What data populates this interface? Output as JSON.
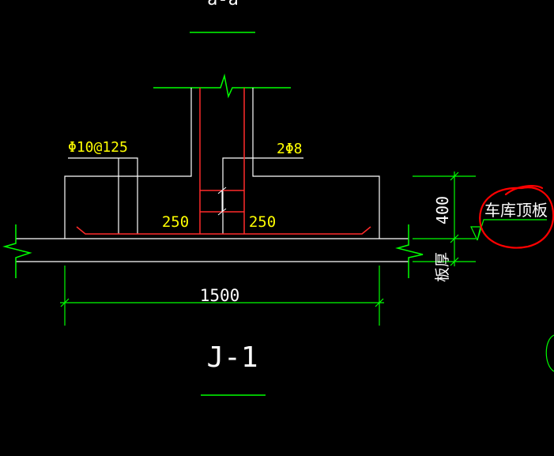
{
  "drawing": {
    "title": "J-1",
    "top_section_mark": "a-a",
    "rebar_top_left": "Φ10@125",
    "rebar_right": "2Φ8",
    "dim_left_250": "250",
    "dim_right_250": "250",
    "dim_bottom": "1500",
    "dim_vertical": "400",
    "plate_thickness_label": "板厚",
    "callout_label": "车库顶板"
  },
  "colors": {
    "background": "#000000",
    "outline": "#ffffff",
    "rebar": "#ff2a2a",
    "dimension": "#00ff00",
    "annotation_text": "#ffff00",
    "markup_circle": "#ff0000"
  }
}
